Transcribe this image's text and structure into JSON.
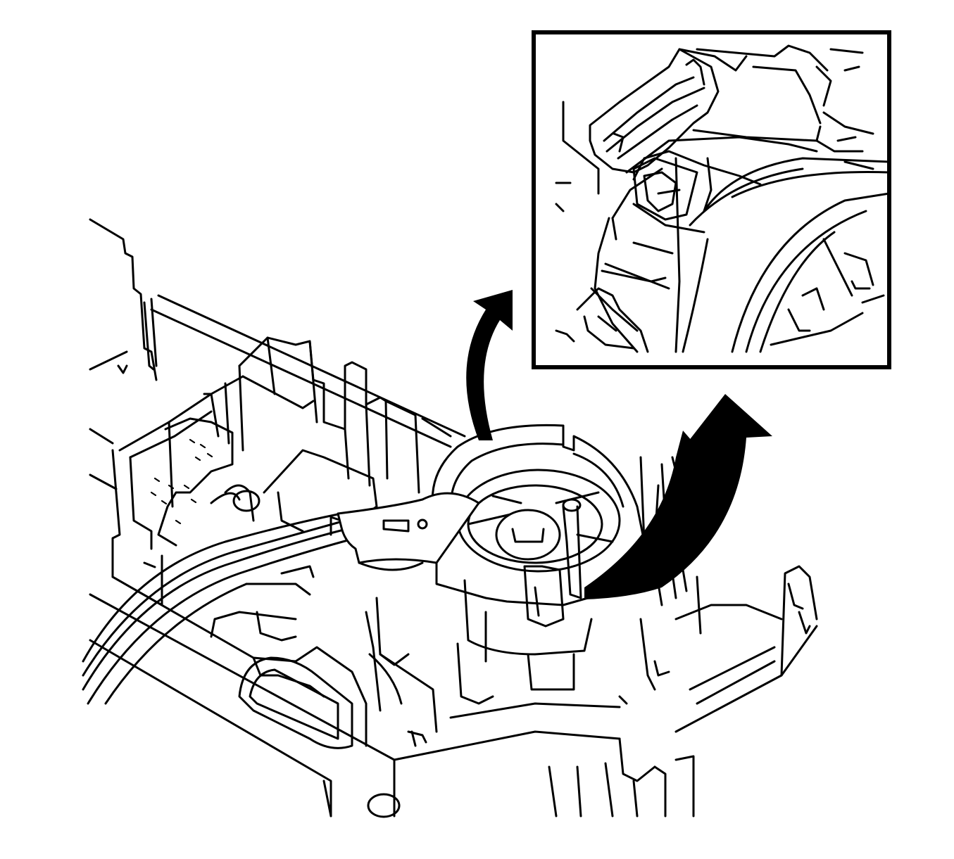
{
  "figure": {
    "background": "#ffffff",
    "line_color": "#000000",
    "items": [
      {
        "key": "assembly",
        "name": "housing-assembly-illustration",
        "icon": "line-drawing"
      },
      {
        "key": "wiring",
        "name": "wire-harness-illustration",
        "icon": "wire-bundle"
      },
      {
        "key": "rotor",
        "name": "rotary-ring-component-illustration",
        "icon": "ring"
      },
      {
        "key": "arrow_to_inset",
        "name": "callout-arrow-to-inset",
        "icon": "curved-arrow-up"
      },
      {
        "key": "arrow_rotation",
        "name": "rotation-direction-arrow",
        "icon": "curved-arrow-right"
      },
      {
        "key": "inset",
        "name": "detail-inset-view",
        "icon": "magnified-detail"
      }
    ]
  }
}
